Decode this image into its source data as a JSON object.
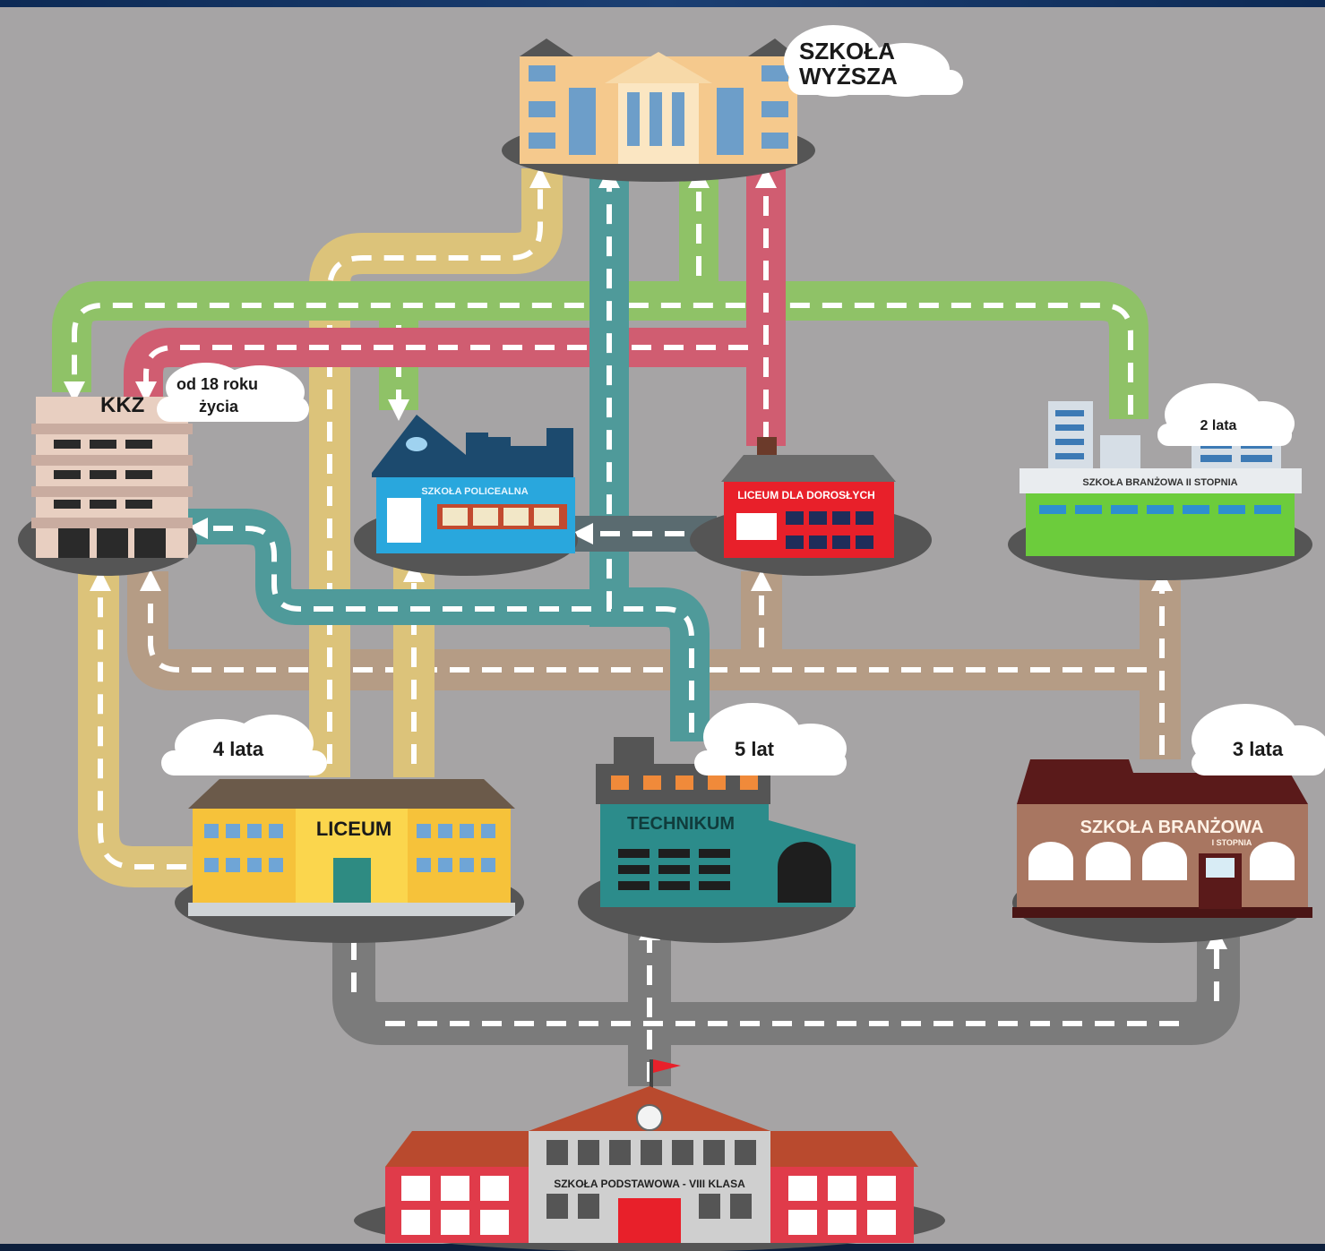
{
  "diagram": {
    "colors": {
      "background": "#a6a4a5",
      "road_yellow": "#dcc37a",
      "road_teal": "#4f9a9a",
      "road_green": "#8fc267",
      "road_pink": "#d05d71",
      "road_brown": "#b59c85",
      "road_gray": "#7b7b7b",
      "road_dark": "#5a6b70"
    },
    "schools": {
      "szkola_wyzsza": [
        "SZKOŁA",
        "WYŻSZA"
      ],
      "kkz": "KKZ",
      "kkz_note": [
        "od 18 roku",
        "życia"
      ],
      "policealna": "SZKOŁA POLICEALNA",
      "dorosli": "LICEUM DLA DOROSŁYCH",
      "branzowa2": "SZKOŁA BRANŻOWA II STOPNIA",
      "branzowa2_years": "2 lata",
      "liceum": "LICEUM",
      "liceum_years": "4 lata",
      "technikum": "TECHNIKUM",
      "technikum_years": "5 lat",
      "branzowa1": "SZKOŁA BRANŻOWA",
      "branzowa1_sub": "I STOPNIA",
      "branzowa1_years": "3 lata",
      "podstawowa": "SZKOŁA PODSTAWOWA - VIII KLASA"
    }
  }
}
